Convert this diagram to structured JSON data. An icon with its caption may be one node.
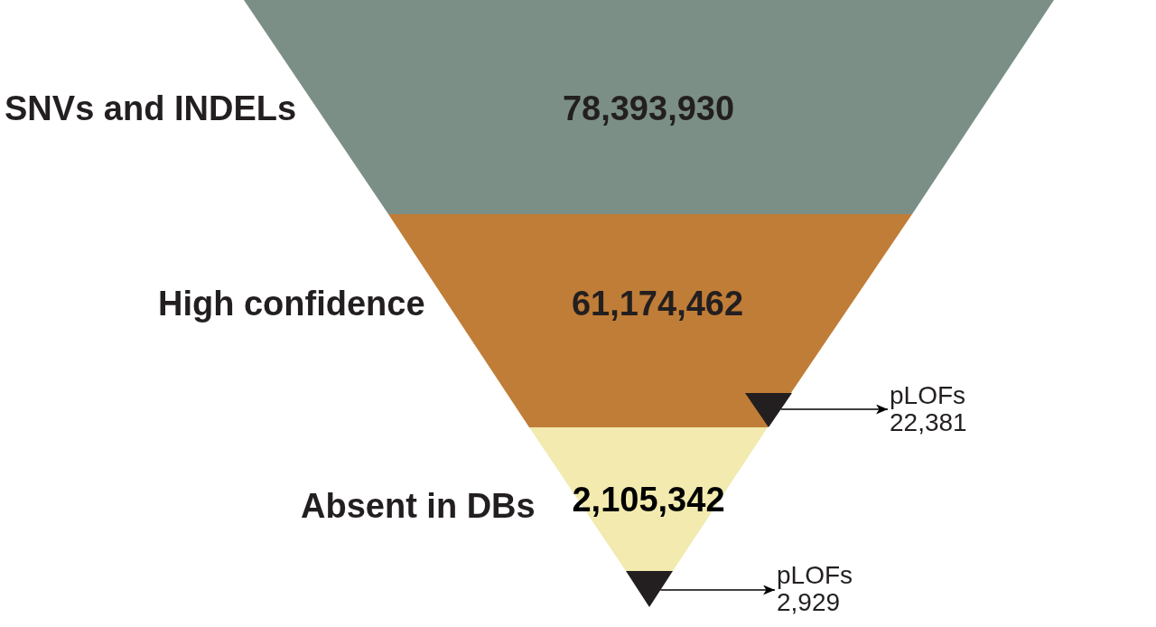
{
  "diagram": {
    "nodes": [
      {
        "text": [
          "78,393,930"
        ],
        "beside": [
          "SNVs and INDELs"
        ]
      },
      {
        "text": [
          "61,174,462"
        ],
        "beside": [
          "High confidence"
        ]
      },
      {
        "text": [
          "2,105,342"
        ],
        "beside": [
          "Absent in DBs"
        ]
      },
      {
        "text": [],
        "shape": "triangle",
        "in": 1
      },
      {
        "text": [
          "pLOFs",
          "22,381"
        ]
      },
      {
        "text": [],
        "shape": "triangle"
      },
      {
        "text": [
          "pLOFs",
          "2,929"
        ]
      }
    ],
    "edges": [
      {
        "from": 3,
        "to": 4,
        "arrow": "to"
      },
      {
        "from": 5,
        "to": 6,
        "arrow": "to"
      }
    ]
  }
}
